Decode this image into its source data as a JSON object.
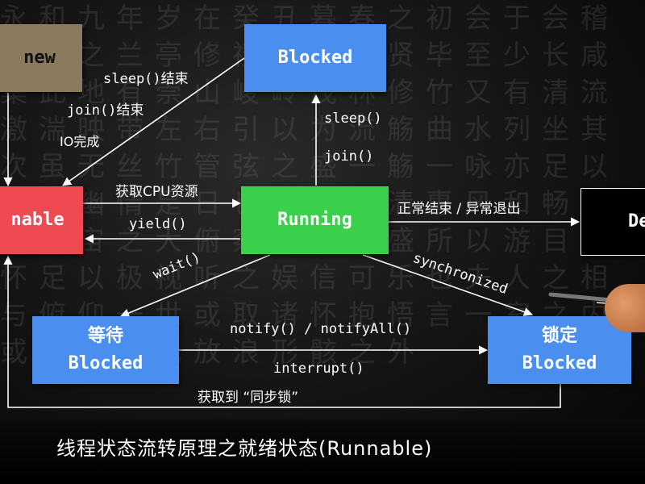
{
  "caption": "线程状态流转原理之就绪状态(Runnable)",
  "states": {
    "new": "new",
    "runnable": "nable",
    "running": "Running",
    "blocked_top": "Blocked",
    "waiting_top": "等待",
    "waiting_bottom": "Blocked",
    "lock_top": "锁定",
    "lock_bottom": "Blocked",
    "dead": "De"
  },
  "transitions": {
    "sleep_end": "sleep()结束",
    "join_end": "join()结束",
    "io_done": "IO完成",
    "get_cpu": "获取CPU资源",
    "yield": "yield()",
    "sleep": "sleep()",
    "join": "join()",
    "exit": "正常结束 / 异常退出",
    "wait": "wait()",
    "synchronized": "synchronized",
    "notify": "notify() / notifyAll()",
    "interrupt": "interrupt()",
    "acquire_lock": "获取到 “同步锁”"
  },
  "colors": {
    "new": "#8a7a5e",
    "runnable": "#ef4a52",
    "running": "#3bd04c",
    "blocked": "#4a8ff0",
    "dead": "#000000"
  }
}
